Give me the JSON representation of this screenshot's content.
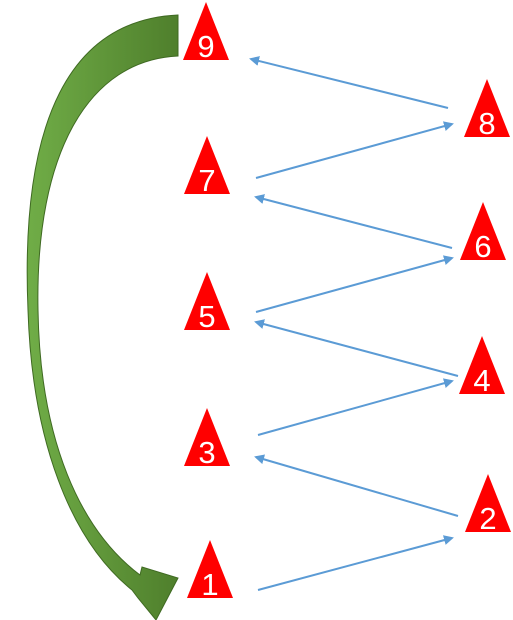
{
  "colors": {
    "marker_fill": "#ff0000",
    "marker_text": "#ffffff",
    "arrow_blue": "#5b9bd5",
    "curved_arrow_light": "#70ad47",
    "curved_arrow_dark": "#4f7f2c"
  },
  "markers": [
    {
      "id": "m1",
      "label": "1"
    },
    {
      "id": "m2",
      "label": "2"
    },
    {
      "id": "m3",
      "label": "3"
    },
    {
      "id": "m4",
      "label": "4"
    },
    {
      "id": "m5",
      "label": "5"
    },
    {
      "id": "m6",
      "label": "6"
    },
    {
      "id": "m7",
      "label": "7"
    },
    {
      "id": "m8",
      "label": "8"
    },
    {
      "id": "m9",
      "label": "9"
    }
  ],
  "connections": [
    {
      "from": "1",
      "to": "2"
    },
    {
      "from": "2",
      "to": "3"
    },
    {
      "from": "3",
      "to": "4"
    },
    {
      "from": "4",
      "to": "5"
    },
    {
      "from": "5",
      "to": "6"
    },
    {
      "from": "6",
      "to": "7"
    },
    {
      "from": "7",
      "to": "8"
    },
    {
      "from": "8",
      "to": "9"
    }
  ],
  "return_arrow": {
    "from": "9",
    "to": "1"
  }
}
